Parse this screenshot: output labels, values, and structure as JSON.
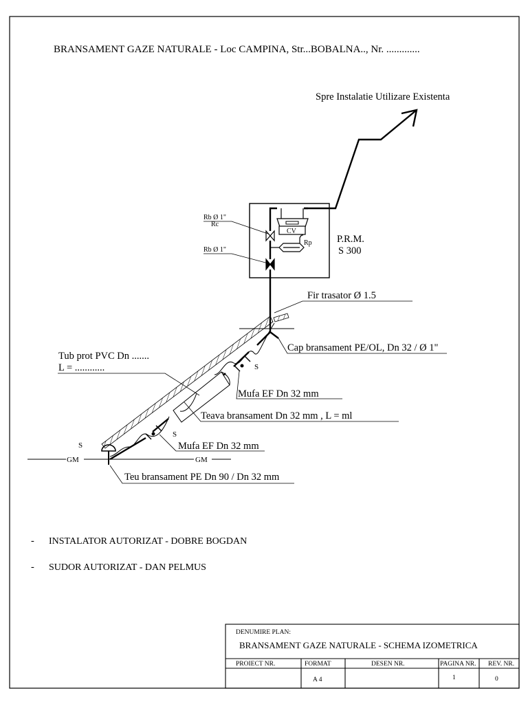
{
  "header": {
    "title": "BRANSAMENT  GAZE  NATURALE - Loc CAMPINA,  Str...BOBALNA..,  Nr. ............."
  },
  "diagram": {
    "destination_label": "Spre Instalatie Utilizare Existenta",
    "prm_label": "P.R.M.",
    "prm_model": "S 300",
    "cv_label": "CV",
    "rp_label": "Rp",
    "valve1_label": "Rb Ø 1\"",
    "valve1_sub": "Rc",
    "valve2_label": "Rb Ø 1\"",
    "tracer_wire": "Fir trasator Ø 1.5",
    "branch_cap": "Cap bransament PE/OL, Dn 32 / Ø 1\"",
    "pvc_tube_line1": "Tub prot PVC Dn .......",
    "pvc_tube_line2": "L = ............",
    "coupling_upper": "Mufa EF Dn 32 mm",
    "pipe": "Teava bransament Dn 32 mm ,  L =          ml",
    "coupling_lower": "Mufa EF Dn 32 mm",
    "tee": "Teu bransament PE Dn 90 / Dn 32 mm",
    "main_left": "GM",
    "main_right": "GM",
    "weld_marks": [
      "S",
      "S",
      "S"
    ]
  },
  "notes": [
    {
      "bullet": "-",
      "text": "INSTALATOR AUTORIZAT  - DOBRE BOGDAN"
    },
    {
      "bullet": "-",
      "text": "SUDOR AUTORIZAT  -  DAN PELMUS"
    }
  ],
  "title_block": {
    "plan_name_label": "DENUMIRE PLAN:",
    "plan_name": "BRANSAMENT GAZE NATURALE - SCHEMA IZOMETRICA",
    "columns": [
      "PROIECT NR.",
      "FORMAT",
      "DESEN NR.",
      "PAGINA NR.",
      "REV. NR."
    ],
    "values": [
      "",
      "A 4",
      "",
      "1",
      "0"
    ]
  }
}
